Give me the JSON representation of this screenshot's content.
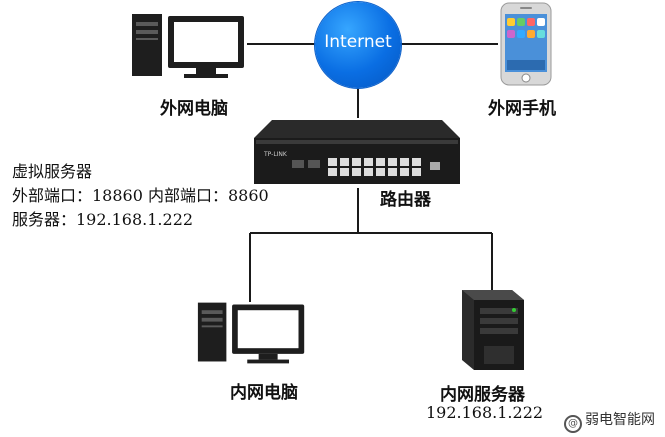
{
  "internet": {
    "label": "Internet"
  },
  "external_pc": {
    "label": "外网电脑"
  },
  "external_phone": {
    "label": "外网手机"
  },
  "router": {
    "label": "路由器",
    "brand": "TP-LINK"
  },
  "virtual_server": {
    "title": "虚拟服务器",
    "ports": "外部端口：18860 内部端口：8860",
    "server": "服务器：192.168.1.222"
  },
  "internal_pc": {
    "label": "内网电脑"
  },
  "internal_server": {
    "label": "内网服务器",
    "ip": "192.168.1.222"
  },
  "watermark": {
    "text": "弱电智能网"
  },
  "colors": {
    "globe": "#0a6ee3",
    "line": "#1a1a1a",
    "text": "#111111"
  }
}
